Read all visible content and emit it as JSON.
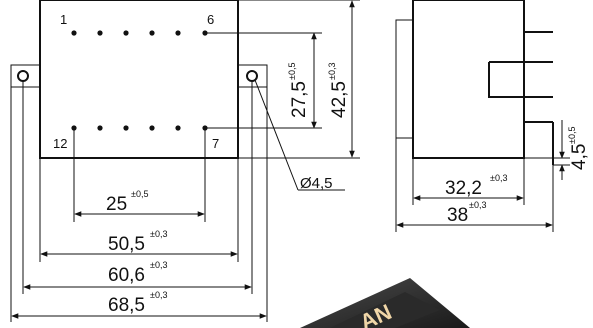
{
  "front_view": {
    "pins_top": {
      "left_label": "1",
      "right_label": "6"
    },
    "pins_bottom": {
      "left_label": "12",
      "right_label": "7"
    },
    "dims": {
      "pin_spacing_vertical": {
        "value": "27,5",
        "tol": "±0,5"
      },
      "body_height": {
        "value": "42,5",
        "tol": "±0,3"
      },
      "pin_row_width": {
        "value": "25",
        "tol": "±0,5"
      },
      "body_width": {
        "value": "50,5",
        "tol": "±0,3"
      },
      "hole_spacing": {
        "value": "60,6",
        "tol": "±0,3"
      },
      "total_length": {
        "value": "68,5",
        "tol": "±0,3"
      },
      "hole_diameter": "Ø4,5"
    }
  },
  "side_view": {
    "dims": {
      "pin_length": {
        "value": "4,5",
        "tol": "±0,5"
      },
      "body_depth": {
        "value": "32,2",
        "tol": "±0,3"
      },
      "total_depth": {
        "value": "38",
        "tol": "±0,3"
      }
    }
  },
  "photo": {
    "label_text": "AN"
  }
}
